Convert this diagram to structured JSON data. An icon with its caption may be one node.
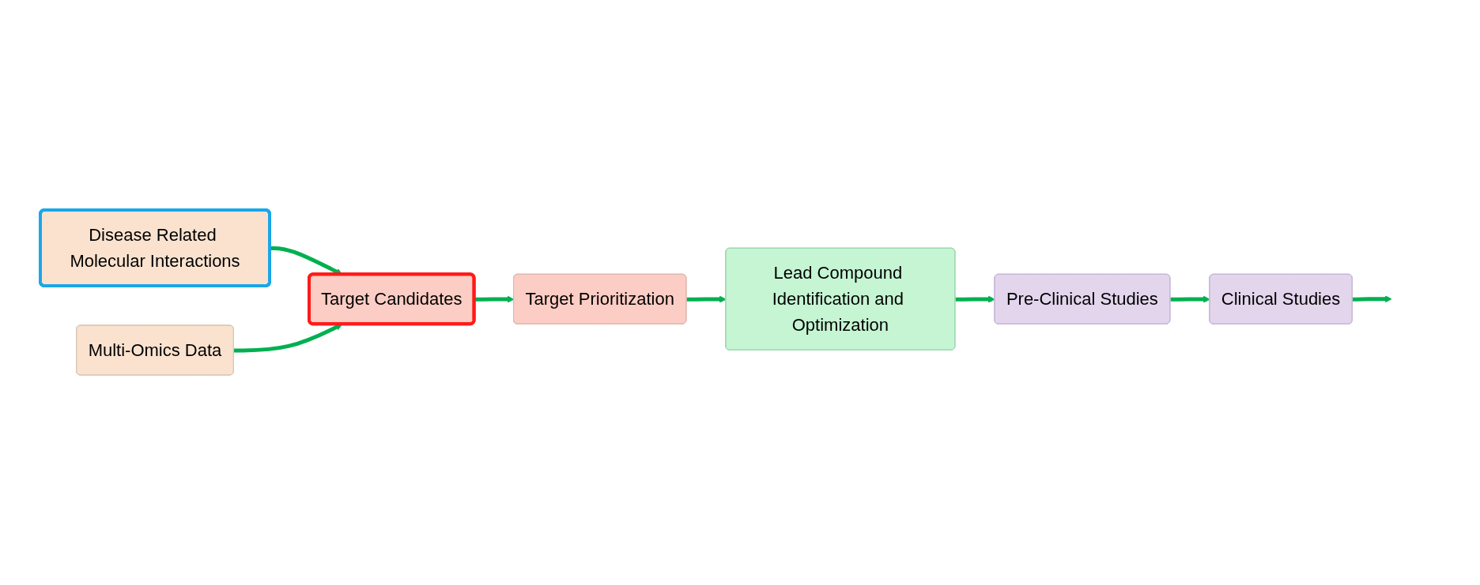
{
  "diagram": {
    "nodes": [
      {
        "text": [
          "Disease Related Molecular Interactions"
        ]
      },
      {
        "text": [
          "Multi-Omics Data"
        ]
      },
      {
        "text": [
          "Target Candidates"
        ]
      },
      {
        "text": [
          "Target Prioritization"
        ]
      },
      {
        "text": [
          "Lead Compound Identification and Optimization"
        ]
      },
      {
        "text": [
          "Pre-Clinical Studies"
        ]
      },
      {
        "text": [
          "Clinical Studies"
        ]
      }
    ],
    "edges": [
      {
        "from": 0,
        "to": 2,
        "arrow": "to"
      },
      {
        "from": 1,
        "to": 2,
        "arrow": "to"
      },
      {
        "from": 2,
        "to": 3,
        "arrow": "to"
      },
      {
        "from": 3,
        "to": 4,
        "arrow": "to"
      },
      {
        "from": 4,
        "to": 5,
        "arrow": "to"
      },
      {
        "from": 5,
        "to": 6,
        "arrow": "to"
      },
      {
        "from": 6,
        "to": null,
        "arrow": "to"
      }
    ]
  }
}
